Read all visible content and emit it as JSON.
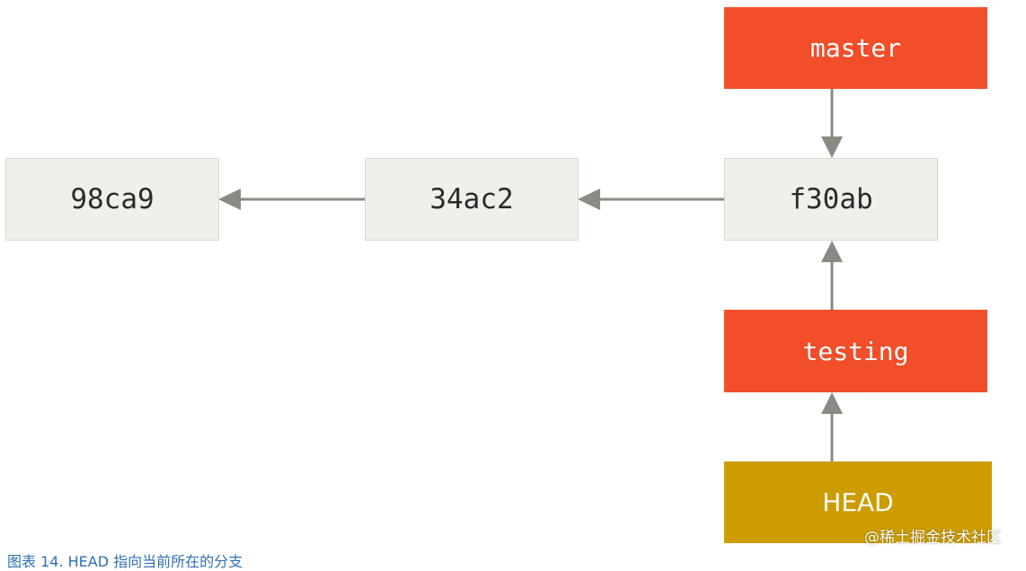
{
  "commits": [
    {
      "id": "98ca9"
    },
    {
      "id": "34ac2"
    },
    {
      "id": "f30ab"
    }
  ],
  "branches": {
    "master": "master",
    "testing": "testing"
  },
  "head": "HEAD",
  "caption": "图表 14. HEAD 指向当前所在的分支",
  "watermark": "@稀土掘金技术社区",
  "colors": {
    "commit_fill": "#f0efea",
    "branch_fill": "#f14e29",
    "head_fill": "#cc9c00",
    "arrow": "#8a8a82"
  }
}
